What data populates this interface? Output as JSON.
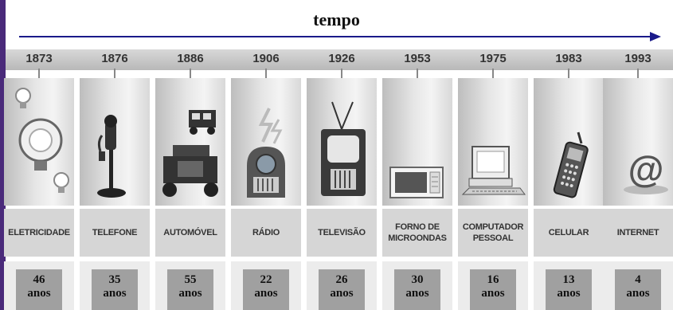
{
  "title": "tempo",
  "columns": [
    {
      "year": "1873",
      "name": "ELETRICIDADE",
      "duration": "46",
      "unit": "anos",
      "icon": "light-bulb-icon"
    },
    {
      "year": "1876",
      "name": "TELEFONE",
      "duration": "35",
      "unit": "anos",
      "icon": "telephone-icon"
    },
    {
      "year": "1886",
      "name": "AUTOMÓVEL",
      "duration": "55",
      "unit": "anos",
      "icon": "automobile-icon"
    },
    {
      "year": "1906",
      "name": "RÁDIO",
      "duration": "22",
      "unit": "anos",
      "icon": "radio-icon"
    },
    {
      "year": "1926",
      "name": "TELEVISÃO",
      "duration": "26",
      "unit": "anos",
      "icon": "television-icon"
    },
    {
      "year": "1953",
      "name": "FORNO DE\nMICROONDAS",
      "duration": "30",
      "unit": "anos",
      "icon": "microwave-icon"
    },
    {
      "year": "1975",
      "name": "COMPUTADOR\nPESSOAL",
      "duration": "16",
      "unit": "anos",
      "icon": "computer-icon"
    },
    {
      "year": "1983",
      "name": "CELULAR",
      "duration": "13",
      "unit": "anos",
      "icon": "cellphone-icon"
    },
    {
      "year": "1993",
      "name": "INTERNET",
      "duration": "4",
      "unit": "anos",
      "icon": "at-sign-icon"
    }
  ]
}
